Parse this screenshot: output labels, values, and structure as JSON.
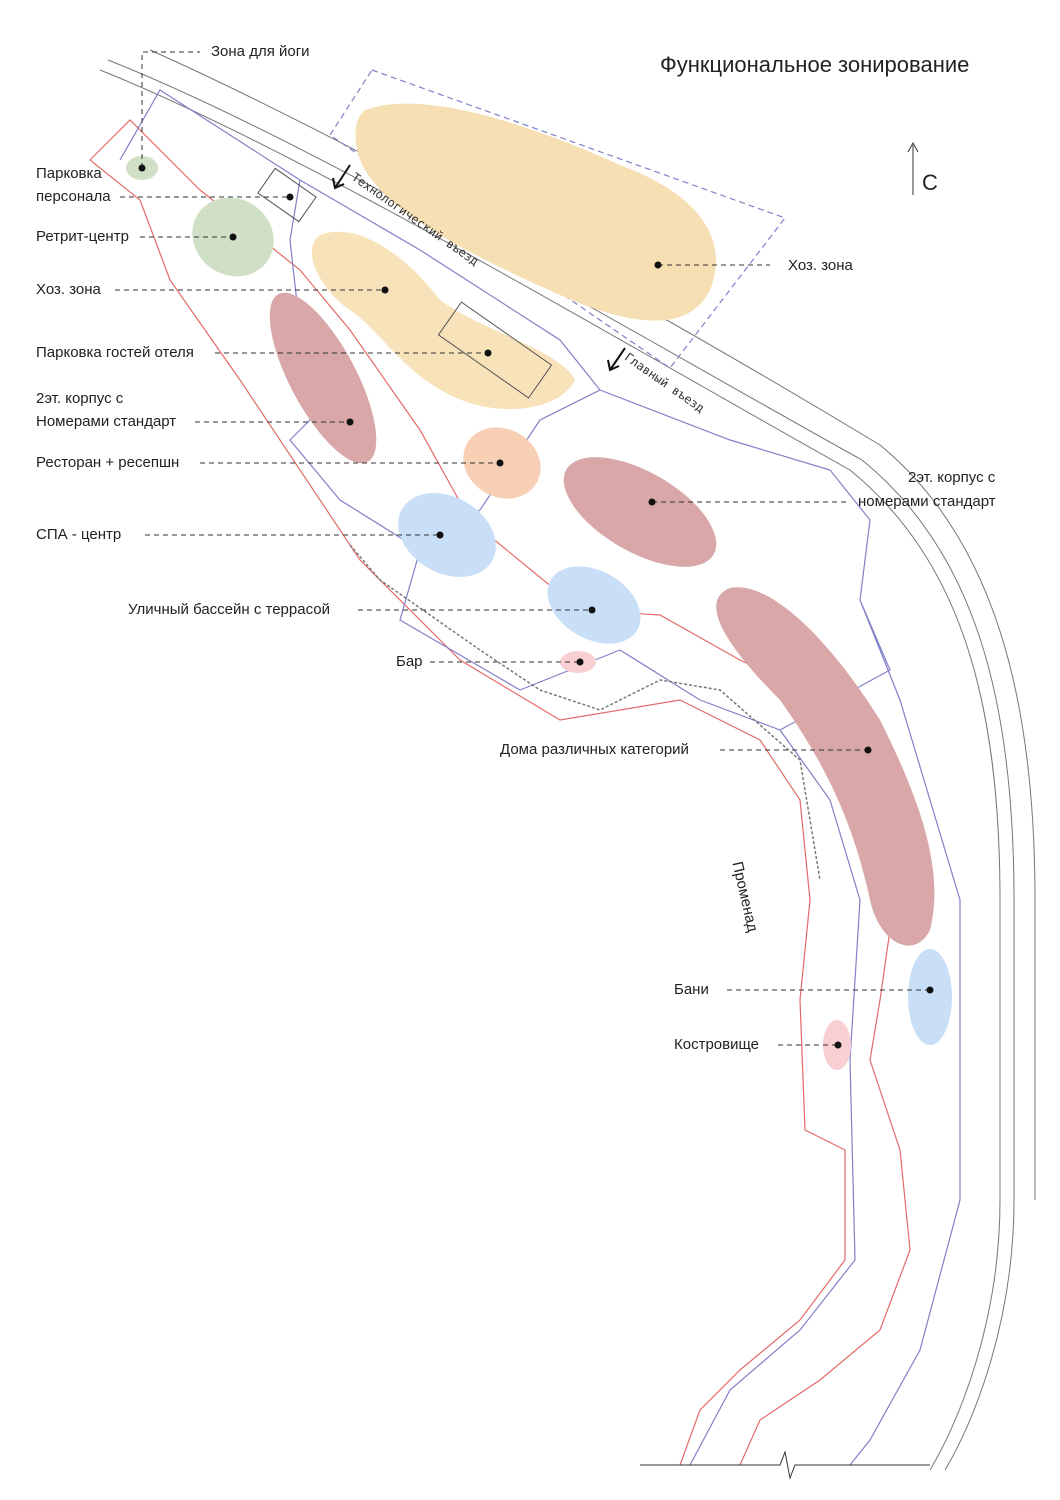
{
  "title": "Функциональное зонирование",
  "north_mark": "С",
  "entries": {
    "tech": "Технологический въезд",
    "main": "Главный въезд"
  },
  "promenade": "Променад",
  "colors": {
    "green": "#cfe0c6",
    "sand": "#f6dfb3",
    "rose": "#d9a7a7",
    "peach": "#f7cfb5",
    "blue": "#c9dff7",
    "pink": "#f8cfd2",
    "red_boundary": "#e46a6a",
    "blue_boundary": "#8080c8"
  },
  "zones": [
    {
      "id": "yoga",
      "label": "Зона для йоги",
      "color": "green"
    },
    {
      "id": "staff_parking",
      "label": "Парковка персонала",
      "color": "none"
    },
    {
      "id": "retreat",
      "label": "Ретрит-центр",
      "color": "green"
    },
    {
      "id": "service_left",
      "label": "Хоз. зона",
      "color": "sand"
    },
    {
      "id": "guest_parking",
      "label": "Парковка гостей отеля",
      "color": "sand"
    },
    {
      "id": "block_left",
      "label": "2эт. корпус с Номерами стандарт",
      "color": "rose"
    },
    {
      "id": "restaurant",
      "label": "Ресторан + ресепшн",
      "color": "peach"
    },
    {
      "id": "spa",
      "label": "СПА - центр",
      "color": "blue"
    },
    {
      "id": "pool",
      "label": "Уличный бассейн с террасой",
      "color": "blue"
    },
    {
      "id": "bar",
      "label": "Бар",
      "color": "pink"
    },
    {
      "id": "service_right",
      "label": "Хоз. зона",
      "color": "sand"
    },
    {
      "id": "block_right",
      "label": "2эт. корпус с номерами стандарт",
      "color": "rose"
    },
    {
      "id": "houses",
      "label": "Дома различных категорий",
      "color": "rose"
    },
    {
      "id": "banya",
      "label": "Бани",
      "color": "blue"
    },
    {
      "id": "firepit",
      "label": "Костровище",
      "color": "pink"
    }
  ],
  "labels": {
    "yoga": "Зона для йоги",
    "staff_parking_1": "Парковка",
    "staff_parking_2": "персонала",
    "retreat": "Ретрит-центр",
    "service_left": "Хоз. зона",
    "guest_parking": "Парковка гостей отеля",
    "block_left_1": "2эт. корпус с",
    "block_left_2": "Номерами стандарт",
    "restaurant": "Ресторан + ресепшн",
    "spa": "СПА - центр",
    "pool": "Уличный бассейн с террасой",
    "bar": "Бар",
    "service_right": "Хоз. зона",
    "block_right_1": "2эт. корпус с",
    "block_right_2": "номерами стандарт",
    "houses": "Дома различных категорий",
    "banya": "Бани",
    "firepit": "Костровище"
  }
}
